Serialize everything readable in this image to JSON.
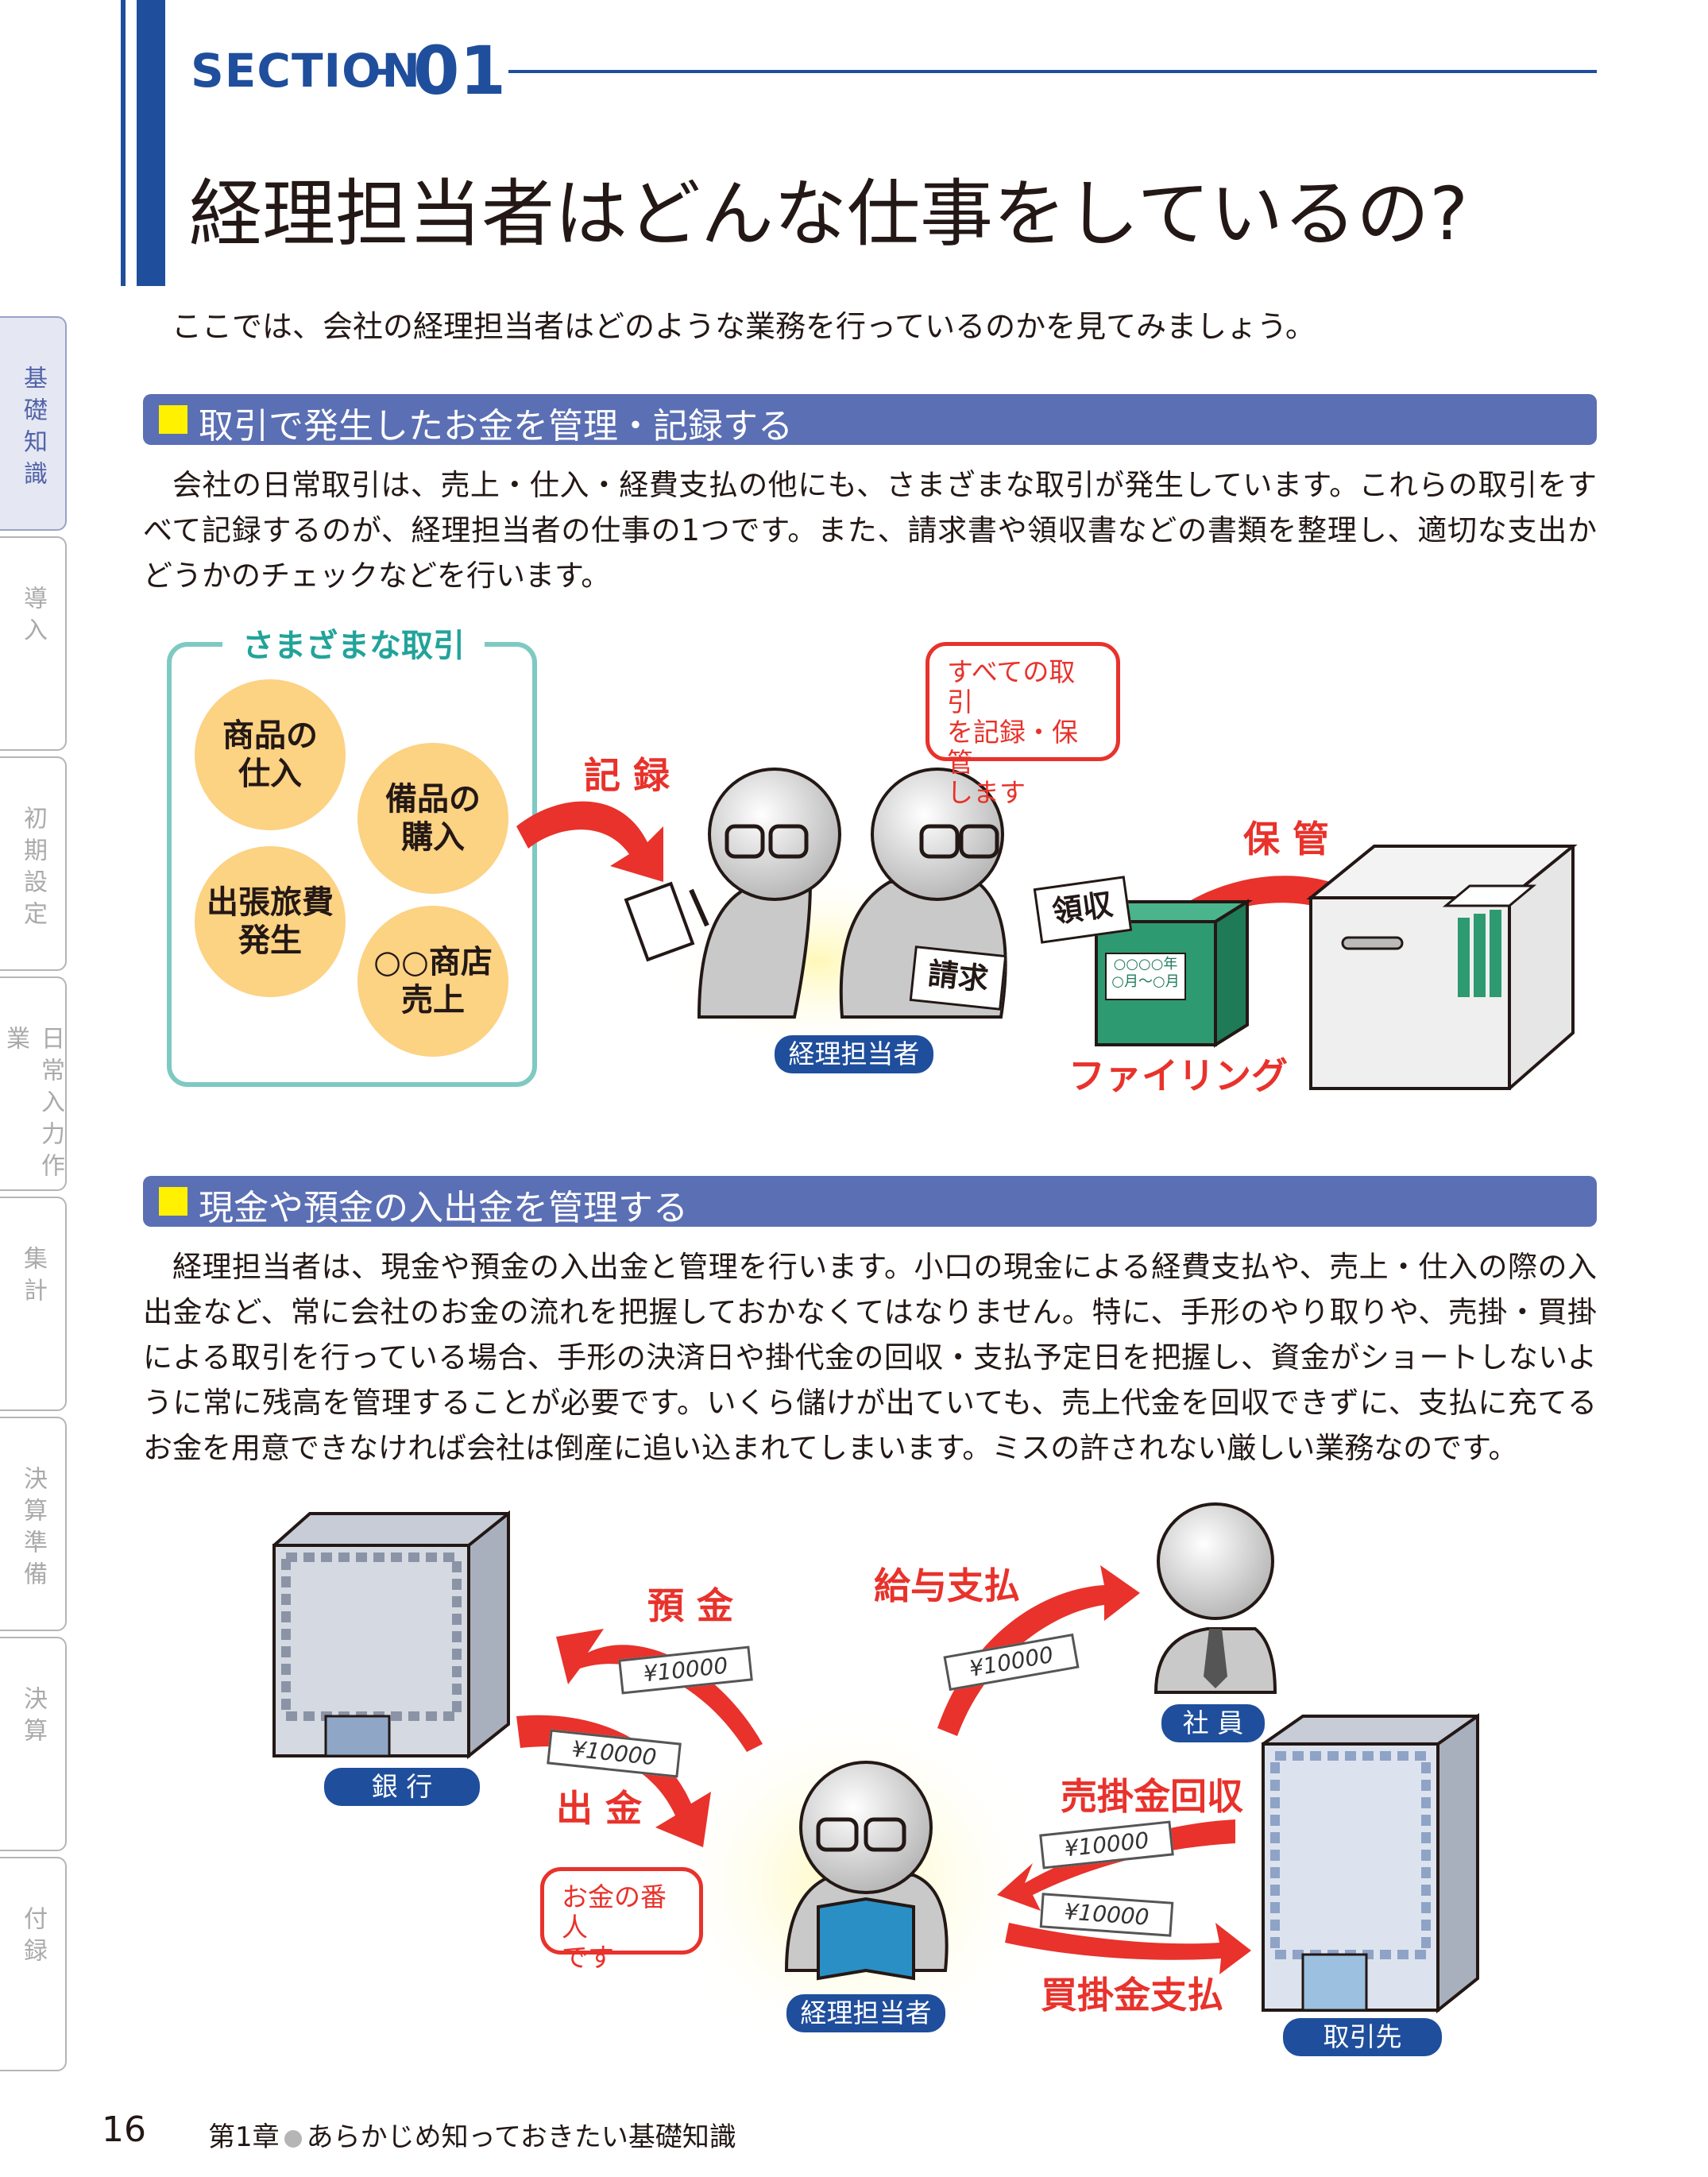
{
  "header": {
    "section_word": "SECTION",
    "section_dash": "–",
    "section_number": "01",
    "title": "経理担当者はどんな仕事をしているの?"
  },
  "intro": "ここでは、会社の経理担当者はどのような業務を行っているのかを見てみましょう。",
  "side_tabs": [
    {
      "label": "基礎知識",
      "active": true
    },
    {
      "label": "導入",
      "active": false
    },
    {
      "label": "初期設定",
      "active": false
    },
    {
      "label": "日常入力作業",
      "active": false
    },
    {
      "label": "集計",
      "active": false
    },
    {
      "label": "決算準備",
      "active": false
    },
    {
      "label": "決算",
      "active": false
    },
    {
      "label": "付録",
      "active": false
    }
  ],
  "section1": {
    "heading": "取引で発生したお金を管理・記録する",
    "body": [
      "会社の日常取引は、売上・仕入・経費支払の他にも、さまざまな取引が発生しています。これらの取引をすべて記録するのが、経理担当者の仕事の1つです。また、請求書や領収書などの書類を整理し、適切な支出かどうかのチェックなどを行います。"
    ],
    "diagram": {
      "box_title": "さまざまな取引",
      "circles": [
        "商品の\n仕入",
        "備品の\n購入",
        "出張旅費\n発生",
        "○○商店\n売上"
      ],
      "record_label": "記 録",
      "bubble": "すべての取引\nを記録・保管\nします",
      "storage_label": "保 管",
      "card_receipt": "領収",
      "card_invoice": "請求",
      "binder_label": "○○○○年\n○月〜○月",
      "filing_label": "ファイリング",
      "person_label": "経理担当者"
    }
  },
  "section2": {
    "heading": "現金や預金の入出金を管理する",
    "body": [
      "経理担当者は、現金や預金の入出金と管理を行います。小口の現金による経費支払や、売上・仕入の際の入出金など、常に会社のお金の流れを把握しておかなくてはなりません。特に、手形のやり取りや、売掛・買掛による取引を行っている場合、手形の決済日や掛代金の回収・支払予定日を把握し、資金がショートしないように常に残高を管理することが必要です。いくら儲けが出ていても、売上代金を回収できずに、支払に充てるお金を用意できなければ会社は倒産に追い込まれてしまいます。ミスの許されない厳しい業務なのです。"
    ],
    "diagram": {
      "deposit_label": "預 金",
      "withdraw_label": "出 金",
      "salary_label": "給与支払",
      "receivable_label": "売掛金回収",
      "payable_label": "買掛金支払",
      "bank_label": "銀 行",
      "employee_label": "社 員",
      "partner_label": "取引先",
      "person_label": "経理担当者",
      "bubble": "お金の番人\nです",
      "bill_text": "¥10000"
    }
  },
  "footer": {
    "page_number": "16",
    "chapter": "第1章",
    "chapter_title": "あらかじめ知っておきたい基礎知識"
  },
  "colors": {
    "brand_blue": "#1f4e9c",
    "heading_bg": "#5b6fb4",
    "accent_red": "#e8322b",
    "teal": "#22a39a",
    "circle_fill": "#fcd283",
    "marker_yellow": "#fff100"
  }
}
